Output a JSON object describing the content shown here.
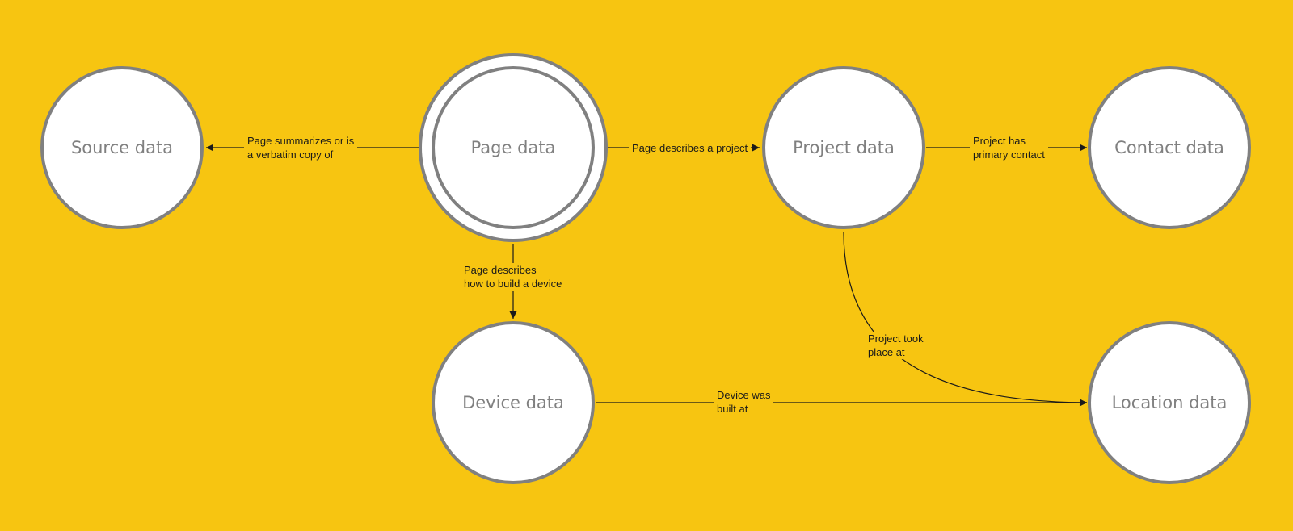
{
  "colors": {
    "background": "#f7c511",
    "node_fill": "#ffffff",
    "node_border": "#808080",
    "edge": "#1a1a1a"
  },
  "nodes": {
    "source": "Source data",
    "page": "Page data",
    "project": "Project data",
    "contact": "Contact data",
    "device": "Device data",
    "location": "Location data"
  },
  "edges": {
    "page_source": [
      "Page summarizes or is",
      "a verbatim copy of"
    ],
    "page_project": [
      "Page describes a project"
    ],
    "project_contact": [
      "Project has",
      "primary contact"
    ],
    "page_device": [
      "Page describes",
      "how to build a device"
    ],
    "project_location": [
      "Project took",
      "place at"
    ],
    "device_location": [
      "Device was",
      "built at"
    ]
  }
}
